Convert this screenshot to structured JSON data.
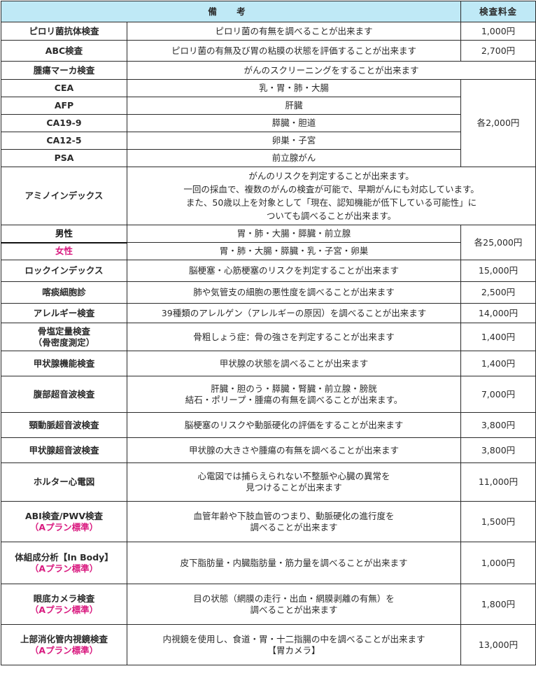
{
  "header": {
    "note": "備 考",
    "price": "検査料金"
  },
  "rows": [
    {
      "name": "ピロリ菌抗体検査",
      "note": "ピロリ菌の有無を調べることが出来ます",
      "price": "1,000円"
    },
    {
      "name": "ABC検査",
      "note": "ピロリ菌の有無及び胃の粘膜の状態を評価することが出来ます",
      "price": "2,700円"
    },
    {
      "name": "腫瘍マーカ検査",
      "note": "がんのスクリーニングをすることが出来ます"
    },
    {
      "name": "CEA",
      "note": "乳・胃・肺・大腸"
    },
    {
      "name": "AFP",
      "note": "肝臓"
    },
    {
      "name": "CA19-9",
      "note": "膵臓・胆道"
    },
    {
      "name": "CA12-5",
      "note": "卵巣・子宮"
    },
    {
      "name": "PSA",
      "note": "前立腺がん"
    },
    {
      "name": "アミノインデックス",
      "note_lines": [
        "がんのリスクを判定することが出来ます。",
        "一回の採血で、複数のがんの検査が可能で、早期がんにも対応しています。",
        "また、50歳以上を対象として「現在、認知機能が低下している可能性」に",
        "ついても調べることが出来ます。"
      ]
    },
    {
      "name": "男性",
      "note": "胃・肺・大腸・膵臓・前立腺"
    },
    {
      "name": "女性",
      "note": "胃・肺・大腸・膵臓・乳・子宮・卵巣"
    },
    {
      "name": "ロックインデックス",
      "note": "脳梗塞・心筋梗塞のリスクを判定することが出来ます",
      "price": "15,000円"
    },
    {
      "name": "喀痰細胞診",
      "note": "肺や気管支の細胞の悪性度を調べることが出来ます",
      "price": "2,500円"
    },
    {
      "name": "アレルギー検査",
      "note": "39種類のアレルゲン（アレルギーの原因）を調べることが出来ます",
      "price": "14,000円"
    },
    {
      "name_lines": [
        "骨塩定量検査",
        "（骨密度測定）"
      ],
      "note": "骨粗しょう症：骨の強さを判定することが出来ます",
      "price": "1,400円"
    },
    {
      "name": "甲状腺機能検査",
      "note": "甲状腺の状態を調べることが出来ます",
      "price": "1,400円"
    },
    {
      "name": "腹部超音波検査",
      "note_lines": [
        "肝臓・胆のう・膵臓・腎臓・前立腺・膀胱",
        "結石・ポリープ・腫瘍の有無を調べることが出来ます。"
      ],
      "price": "7,000円"
    },
    {
      "name": "頸動脈超音波検査",
      "note": "脳梗塞のリスクや動脈硬化の評価をすることが出来ます",
      "price": "3,800円"
    },
    {
      "name": "甲状腺超音波検査",
      "note": "甲状腺の大きさや腫瘍の有無を調べることが出来ます",
      "price": "3,800円"
    },
    {
      "name": "ホルター心電図",
      "note_lines": [
        "心電図では捕らえられない不整脈や心臓の異常を",
        "見つけることが出来ます"
      ],
      "price": "11,000円"
    },
    {
      "name": "ABI検査/PWV検査",
      "plan": "（Aプラン標準）",
      "note_lines": [
        "血管年齢や下肢血管のつまり、動脈硬化の進行度を",
        "調べることが出来ます"
      ],
      "price": "1,500円"
    },
    {
      "name": "体組成分析【In Body】",
      "plan": "（Aプラン標準）",
      "note": "皮下脂肪量・内臓脂肪量・筋力量を調べることが出来ます",
      "price": "1,000円"
    },
    {
      "name": "眼底カメラ検査",
      "plan": "（Aプラン標準）",
      "note_lines": [
        "目の状態（網膜の走行・出血・網膜剥離の有無）を",
        "調べることが出来ます"
      ],
      "price": "1,800円"
    },
    {
      "name": "上部消化管内視鏡検査",
      "plan": "（Aプラン標準）",
      "note_lines": [
        "内視鏡を使用し、食道・胃・十二指腸の中を調べることが出来ます",
        "【胃カメラ】"
      ],
      "price": "13,000円"
    }
  ],
  "group_prices": {
    "tumor_markers": "各2,000円",
    "amino_index": "各25,000円"
  }
}
